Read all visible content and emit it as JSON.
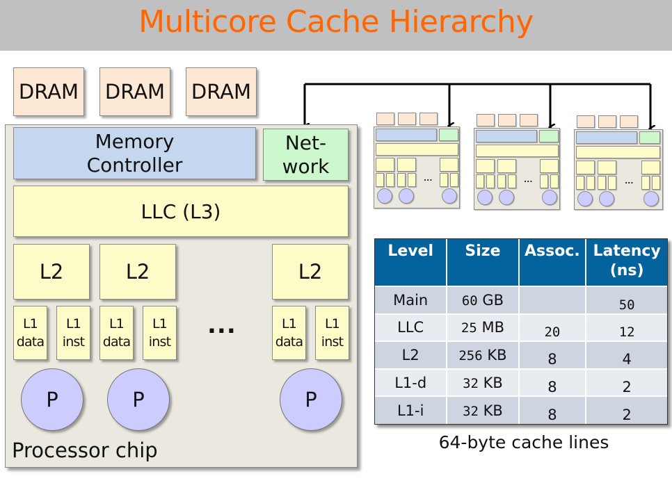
{
  "title": "Multicore Cache Hierarchy",
  "diagram": {
    "dram_labels": [
      "DRAM",
      "DRAM",
      "DRAM"
    ],
    "memory_controller": "Memory Controller",
    "memory_controller_lines": [
      "Memory",
      "Controller"
    ],
    "network_lines": [
      "Net-",
      "work"
    ],
    "llc": "LLC (L3)",
    "l2_labels": [
      "L2",
      "L2",
      "L2"
    ],
    "l1_units": [
      {
        "top": "L1",
        "bottom": "data"
      },
      {
        "top": "L1",
        "bottom": "inst"
      },
      {
        "top": "L1",
        "bottom": "data"
      },
      {
        "top": "L1",
        "bottom": "inst"
      },
      {
        "top": "L1",
        "bottom": "data"
      },
      {
        "top": "L1",
        "bottom": "inst"
      }
    ],
    "ellipsis": "...",
    "mini_ellipsis": "...",
    "processor_labels": [
      "P",
      "P",
      "P"
    ],
    "chip_label": "Processor chip",
    "mini_chip_count": 3
  },
  "table": {
    "headers": [
      "Level",
      "Size",
      "Assoc.",
      "Latency (ns)"
    ],
    "header_lines": [
      [
        "Level"
      ],
      [
        "Size"
      ],
      [
        "Assoc."
      ],
      [
        "Latency",
        "(ns)"
      ]
    ],
    "rows": [
      {
        "level": "Main",
        "size_num": "60",
        "size_unit": "GB",
        "assoc": "",
        "latency": "50"
      },
      {
        "level": "LLC",
        "size_num": "25",
        "size_unit": "MB",
        "assoc": "20",
        "latency": "12"
      },
      {
        "level": "L2",
        "size_num": "256",
        "size_unit": "KB",
        "assoc": "8",
        "latency": "4"
      },
      {
        "level": "L1-d",
        "size_num": "32",
        "size_unit": "KB",
        "assoc": "8",
        "latency": "2"
      },
      {
        "level": "L1-i",
        "size_num": "32",
        "size_unit": "KB",
        "assoc": "8",
        "latency": "2"
      }
    ],
    "caption": "64-byte cache lines"
  },
  "colors": {
    "title": "#ff6600",
    "title_bar": "#c0c0c0",
    "dram": "#fde8d6",
    "memory_controller": "#c5d7ee",
    "network": "#cdf7cd",
    "cache": "#fdfbc8",
    "processor": "#ccccff",
    "chip": "#ebe9df",
    "table_header": "#04629c"
  }
}
